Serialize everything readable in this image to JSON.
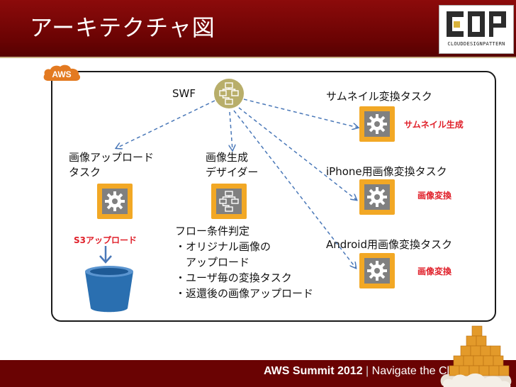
{
  "slide": {
    "title": "アーキテクチャ図",
    "logo_text": "CLOUDDESIGNPATTERN",
    "aws_badge": "AWS",
    "footer": {
      "event": "AWS Summit 2012",
      "separator": " | ",
      "tagline": "Navigate the Cloud"
    }
  },
  "diagram": {
    "swf_label": "SWF",
    "upload_task": [
      "画像アップロード",
      "タスク"
    ],
    "decider": [
      "画像生成",
      "デザイダー"
    ],
    "thumbnail_task": "サムネイル変換タスク",
    "thumbnail_tag": "サムネイル生成",
    "iphone_task": "iPhone用画像変換タスク",
    "iphone_tag": "画像変換",
    "android_task": "Android用画像変換タスク",
    "android_tag": "画像変換",
    "s3_tag": "S3アップロード",
    "flow": [
      "フロー条件判定",
      "・オリジナル画像の",
      "　アップロード",
      "・ユーザ毎の変換タスク",
      "・返還後の画像アップロード"
    ]
  },
  "colors": {
    "header": "#6a0303",
    "task_box": "#f2a825",
    "arrow": "#4a78b8",
    "tag_red": "#e0202a",
    "bucket": "#2a6fb0",
    "swf_circle": "#b8ae6a"
  },
  "icons": [
    "gear-icon",
    "workflow-icon",
    "s3-bucket-icon",
    "aws-cloud-icon",
    "cloud-cubes-icon"
  ]
}
